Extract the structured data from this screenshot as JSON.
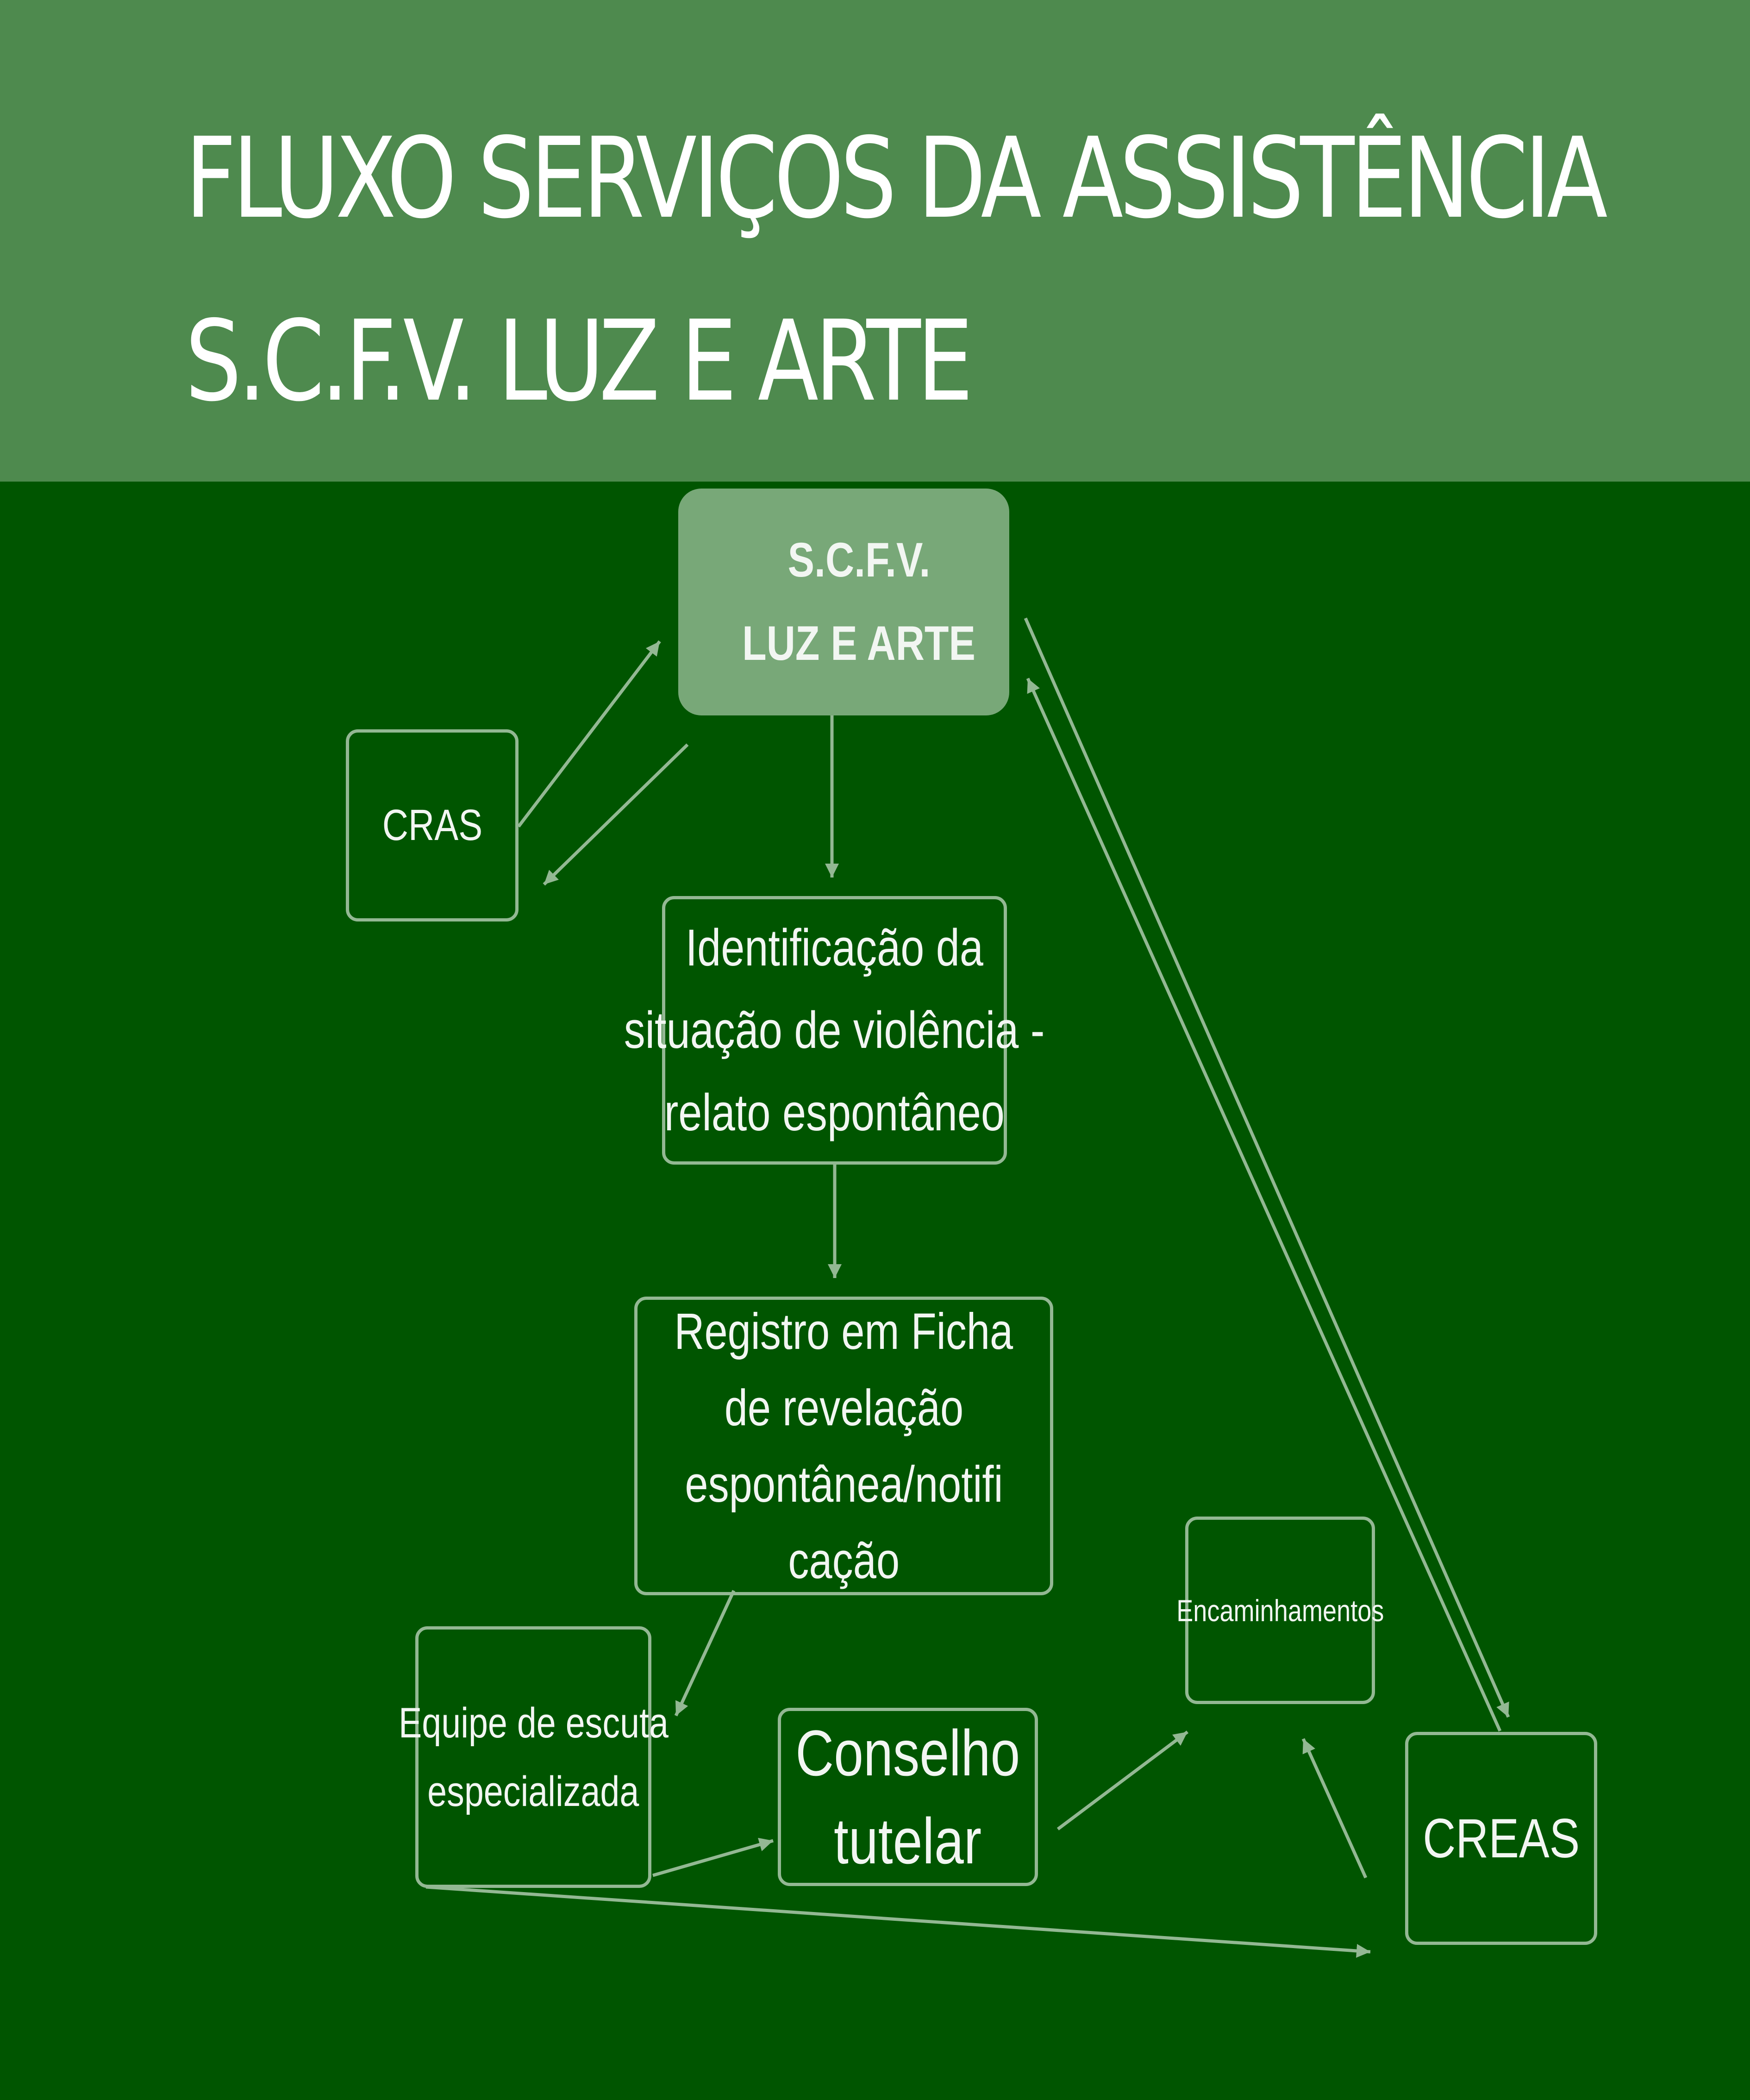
{
  "header": {
    "line1": "FLUXO SERVIÇOS DA ASSISTÊNCIA",
    "line2": "S.C.F.V. LUZ E ARTE"
  },
  "nodes": {
    "scfv": [
      "S.C.F.V.",
      "LUZ E ARTE"
    ],
    "cras": "CRAS",
    "identificacao": [
      "Identificação da",
      "situação de violência -",
      "relato espontâneo"
    ],
    "registro": [
      "Registro em Ficha",
      "de revelação",
      "espontânea/notifi",
      "cação"
    ],
    "equipe": [
      "Equipe de escuta",
      "especializada"
    ],
    "conselho": [
      "Conselho",
      "tutelar"
    ],
    "encaminhamentos": "Encaminhamentos",
    "creas": "CREAS"
  },
  "colors": {
    "background": "#005500",
    "header": "#4e8a4e",
    "top_node": "#78a878",
    "border": "#93b893"
  }
}
